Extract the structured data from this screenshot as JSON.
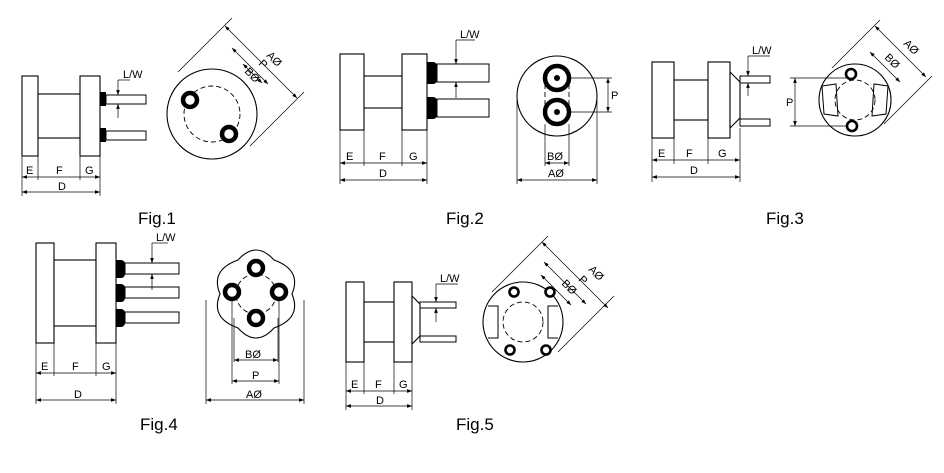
{
  "figures": [
    {
      "caption": "Fig.1"
    },
    {
      "caption": "Fig.2"
    },
    {
      "caption": "Fig.3"
    },
    {
      "caption": "Fig.4"
    },
    {
      "caption": "Fig.5"
    }
  ],
  "labels": {
    "lead": "L/W",
    "e": "E",
    "f": "F",
    "g": "G",
    "d": "D",
    "a": "AØ",
    "b": "BØ",
    "p": "P"
  }
}
